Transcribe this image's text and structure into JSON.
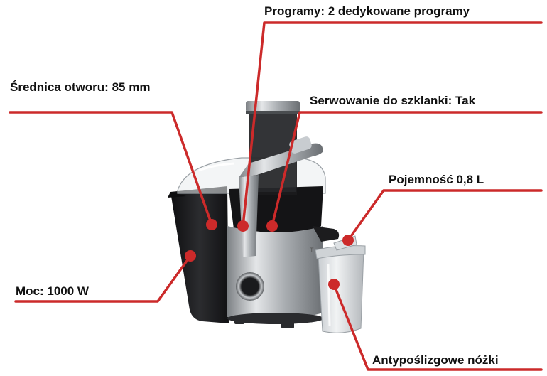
{
  "callouts": {
    "programs": "Programy: 2 dedykowane programy",
    "diameter": "Średnica otworu: 85 mm",
    "serving": "Serwowanie do szklanki: Tak",
    "capacity": "Pojemność 0,8 L",
    "power": "Moc: 1000 W",
    "feet": "Antypoślizgowe nóżki"
  },
  "colors": {
    "callout_line": "#cc2a2a",
    "callout_dot": "#cc2a2a",
    "label_text": "#111111",
    "body_black": "#1c1c1e",
    "steel": "#b9bcbf",
    "jug_plastic": "#d9dde0"
  },
  "appliance": {
    "brand_mark": "T"
  }
}
